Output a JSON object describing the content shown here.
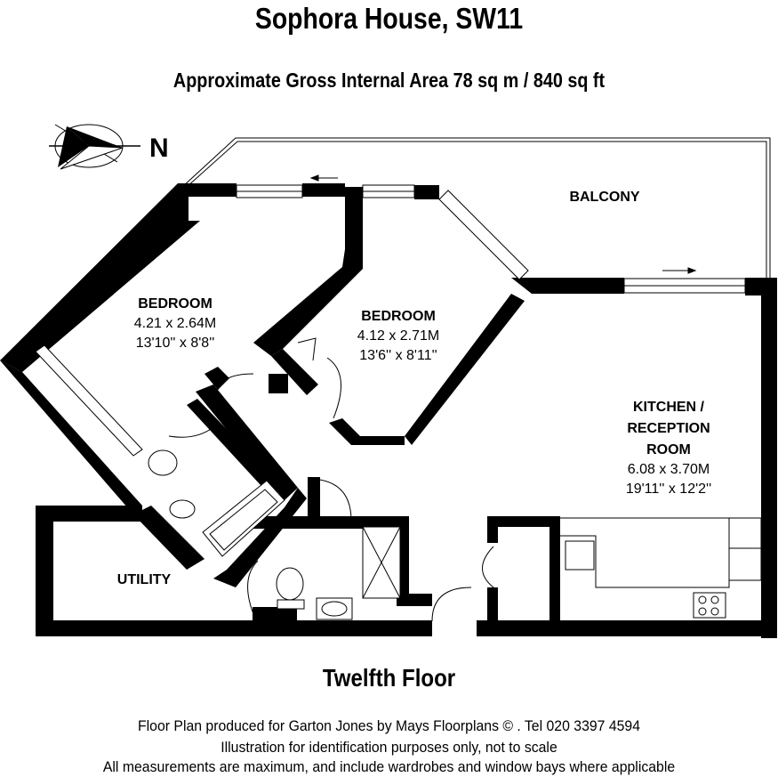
{
  "header": {
    "title": "Sophora House, SW11",
    "area": "Approximate Gross Internal Area 78 sq m /  840 sq ft"
  },
  "compass": {
    "label": "N"
  },
  "rooms": {
    "bedroom1": {
      "name": "BEDROOM",
      "metric": "4.21 x 2.64M",
      "imperial": "13'10'' x 8'8''"
    },
    "bedroom2": {
      "name": "BEDROOM",
      "metric": "4.12 x 2.71M",
      "imperial": "13'6'' x 8'11''"
    },
    "kitchen": {
      "name_line1": "KITCHEN /",
      "name_line2": "RECEPTION",
      "name_line3": "ROOM",
      "metric": "6.08 x 3.70M",
      "imperial": "19'11'' x 12'2''"
    },
    "balcony": {
      "name": "BALCONY"
    },
    "utility": {
      "name": "UTILITY"
    }
  },
  "floor_label": "Twelfth Floor",
  "footer": {
    "line1": "Floor Plan produced for Garton Jones by Mays Floorplans  © . Tel 020 3397 4594",
    "line2": "Illustration for identification purposes only, not to scale",
    "line3": "All measurements are maximum, and include wardrobes and window bays where applicable"
  },
  "colors": {
    "wall": "#000000",
    "background": "#ffffff"
  }
}
